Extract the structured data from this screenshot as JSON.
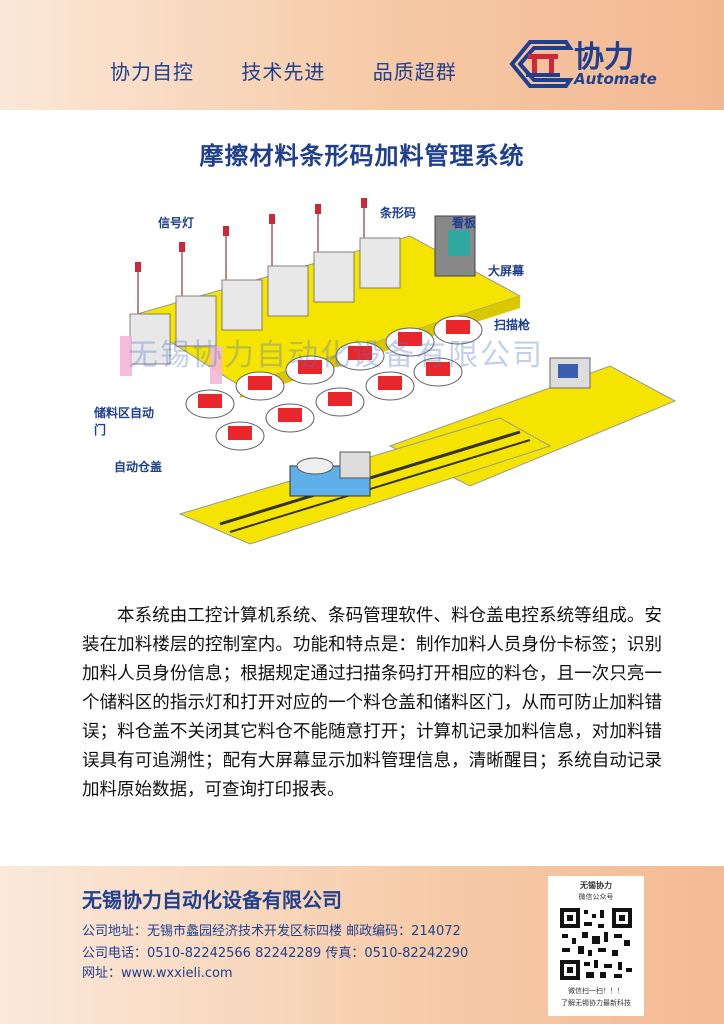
{
  "header": {
    "slogans": [
      "协力自控",
      "技术先进",
      "品质超群"
    ],
    "logo_cn": "协力",
    "logo_en": "Automate"
  },
  "title": "摩擦材料条形码加料管理系统",
  "diagram": {
    "labels": {
      "signal_light": "信号灯",
      "barcode": "条形码",
      "board": "看板",
      "big_screen": "大屏幕",
      "scanner": "扫描枪",
      "storage_door": "储料区自动门",
      "auto_cover": "自动仓盖"
    },
    "watermark": "无锡协力自动化设备有限公司"
  },
  "body_text": "本系统由工控计算机系统、条码管理软件、料仓盖电控系统等组成。安装在加料楼层的控制室内。功能和特点是：制作加料人员身份卡标签；识别加料人员身份信息；根据规定通过扫描条码打开相应的料仓，且一次只亮一个储料区的指示灯和打开对应的一个料仓盖和储料区门，从而可防止加料错误；料仓盖不关闭其它料仓不能随意打开；计算机记录加料信息，对加料错误具有可追溯性；配有大屏幕显示加料管理信息，清晰醒目；系统自动记录加料原始数据，可查询打印报表。",
  "footer": {
    "company": "无锡协力自动化设备有限公司",
    "address": "公司地址：无锡市蠡园经济技术开发区标四楼   邮政编码：214072",
    "phone": "公司电话：0510-82242566 82242289 传真：0510-82242290",
    "website": "网址：www.wxxieli.com",
    "qr_title_1": "无锡协力",
    "qr_title_2": "微信公众号",
    "qr_caption_1": "微信扫一扫！！！",
    "qr_caption_2": "了解无锡协力最新科技"
  },
  "colors": {
    "brand_blue": "#1f3f8f",
    "platform_yellow": "#f5e400",
    "hopper_red": "#e8262b"
  }
}
